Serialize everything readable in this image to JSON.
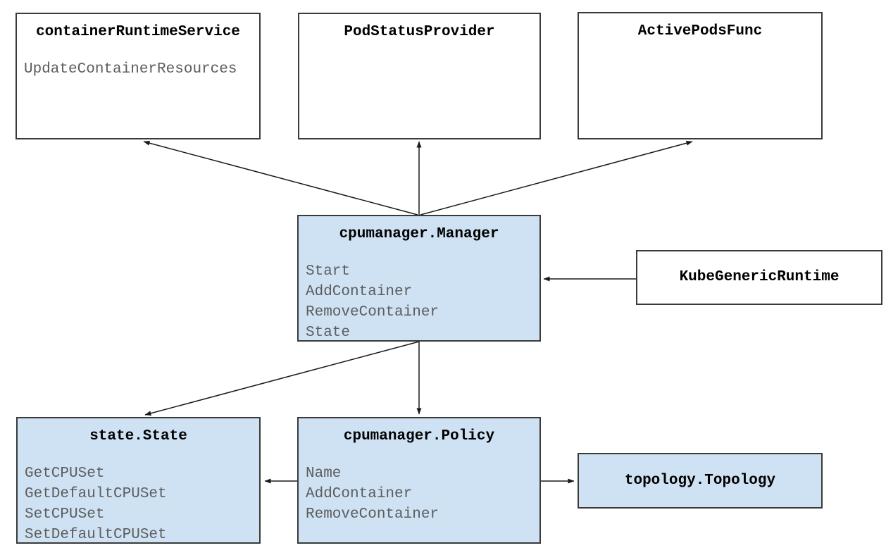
{
  "colors": {
    "box_fill_blue": "#cfe2f3",
    "box_fill_white": "#ffffff",
    "border_color": "#3a3a3a",
    "title_text": "#000000",
    "method_text": "#5c5c5c",
    "arrow_color": "#1a1a1a"
  },
  "nodes": {
    "container_runtime_service": {
      "title": "containerRuntimeService",
      "methods": [
        "UpdateContainerResources"
      ]
    },
    "pod_status_provider": {
      "title": "PodStatusProvider"
    },
    "active_pods_func": {
      "title": "ActivePodsFunc"
    },
    "cpumanager_manager": {
      "title": "cpumanager.Manager",
      "methods": [
        "Start",
        "AddContainer",
        "RemoveContainer",
        "State"
      ]
    },
    "kube_generic_runtime": {
      "title": "KubeGenericRuntime"
    },
    "state_state": {
      "title": "state.State",
      "methods": [
        "GetCPUSet",
        "GetDefaultCPUSet",
        "SetCPUSet",
        "SetDefaultCPUSet"
      ]
    },
    "cpumanager_policy": {
      "title": "cpumanager.Policy",
      "methods": [
        "Name",
        "AddContainer",
        "RemoveContainer"
      ]
    },
    "topology_topology": {
      "title": "topology.Topology"
    }
  },
  "edges": [
    {
      "from": "cpumanager.Manager",
      "to": "containerRuntimeService"
    },
    {
      "from": "cpumanager.Manager",
      "to": "PodStatusProvider"
    },
    {
      "from": "cpumanager.Manager",
      "to": "ActivePodsFunc"
    },
    {
      "from": "KubeGenericRuntime",
      "to": "cpumanager.Manager"
    },
    {
      "from": "cpumanager.Manager",
      "to": "state.State"
    },
    {
      "from": "cpumanager.Manager",
      "to": "cpumanager.Policy"
    },
    {
      "from": "cpumanager.Policy",
      "to": "state.State"
    },
    {
      "from": "cpumanager.Policy",
      "to": "topology.Topology"
    }
  ]
}
